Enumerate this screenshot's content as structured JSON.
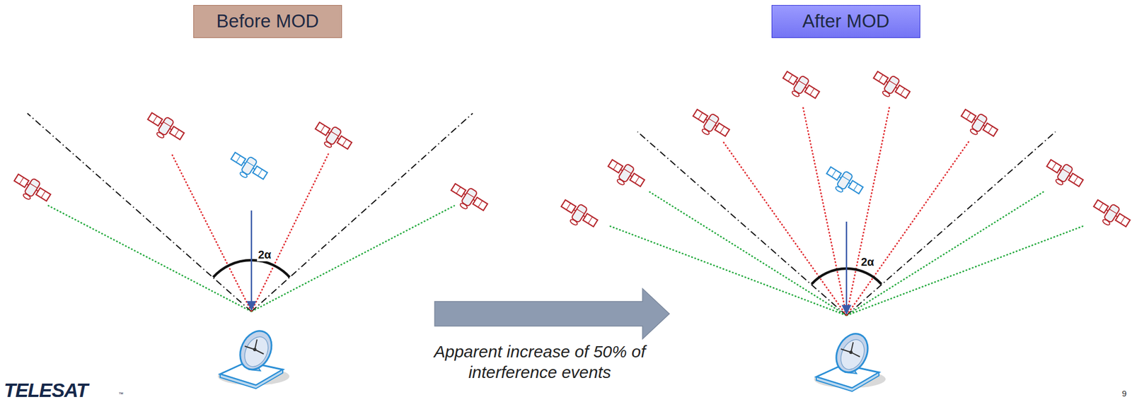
{
  "diagram": {
    "nodes": [
      {
        "text": [
          "Before MOD"
        ]
      },
      {
        "text": [
          "After MOD"
        ]
      }
    ],
    "labels": [
      "2α",
      "2α",
      "Apparent increase of 50% of interference events",
      "TELESAT",
      "™",
      "9"
    ]
  }
}
